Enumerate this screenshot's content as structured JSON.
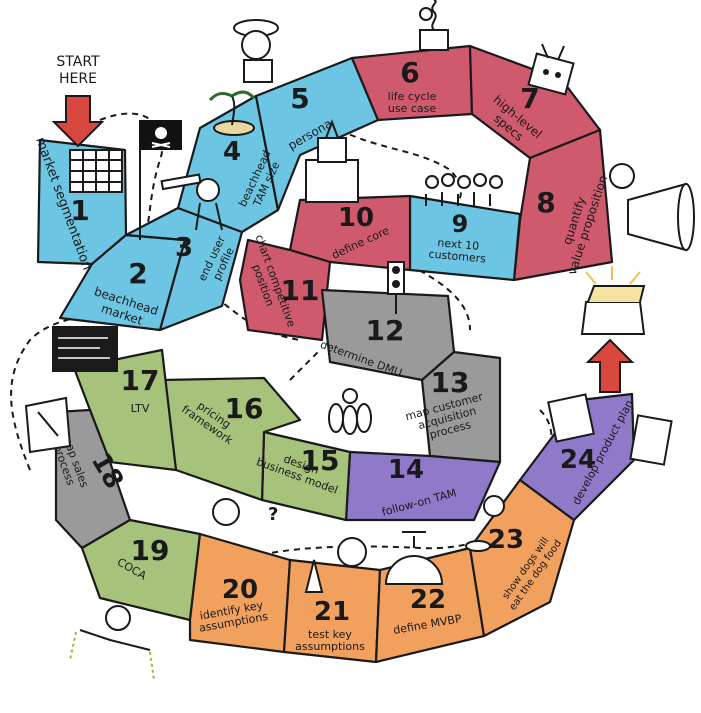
{
  "start_label": [
    "START",
    "HERE"
  ],
  "colors": {
    "blue": "#6dc5e4",
    "red": "#cf5a6e",
    "grey": "#9a9a9a",
    "purple": "#8f79c9",
    "green": "#a7c27b",
    "orange": "#f2a05e",
    "arrow": "#d9483f"
  },
  "steps": [
    {
      "n": "1",
      "label": [
        "market segmentation"
      ]
    },
    {
      "n": "2",
      "label": [
        "beachhead",
        "market"
      ]
    },
    {
      "n": "3",
      "label": [
        "end user",
        "profile"
      ]
    },
    {
      "n": "4",
      "label": [
        "beachhead",
        "TAM size"
      ]
    },
    {
      "n": "5",
      "label": [
        "persona"
      ]
    },
    {
      "n": "6",
      "label": [
        "life cycle",
        "use case"
      ]
    },
    {
      "n": "7",
      "label": [
        "high-level",
        "specs"
      ]
    },
    {
      "n": "8",
      "label": [
        "quantify",
        "value proposition"
      ]
    },
    {
      "n": "9",
      "label": [
        "next 10",
        "customers"
      ]
    },
    {
      "n": "10",
      "label": [
        "define core"
      ]
    },
    {
      "n": "11",
      "label": [
        "chart competitive",
        "position"
      ]
    },
    {
      "n": "12",
      "label": [
        "determine DMU"
      ]
    },
    {
      "n": "13",
      "label": [
        "map customer",
        "acquisition",
        "process"
      ]
    },
    {
      "n": "14",
      "label": [
        "follow-on TAM"
      ]
    },
    {
      "n": "15",
      "label": [
        "design",
        "business model"
      ]
    },
    {
      "n": "16",
      "label": [
        "pricing",
        "framework"
      ]
    },
    {
      "n": "17",
      "label": [
        "LTV"
      ]
    },
    {
      "n": "18",
      "label": [
        "map sales",
        "process"
      ]
    },
    {
      "n": "19",
      "label": [
        "COCA"
      ]
    },
    {
      "n": "20",
      "label": [
        "identify key",
        "assumptions"
      ]
    },
    {
      "n": "21",
      "label": [
        "test key",
        "assumptions"
      ]
    },
    {
      "n": "22",
      "label": [
        "define MVBP"
      ]
    },
    {
      "n": "23",
      "label": [
        "show dogs will",
        "eat the dog food"
      ]
    },
    {
      "n": "24",
      "label": [
        "develop product plan"
      ]
    }
  ]
}
